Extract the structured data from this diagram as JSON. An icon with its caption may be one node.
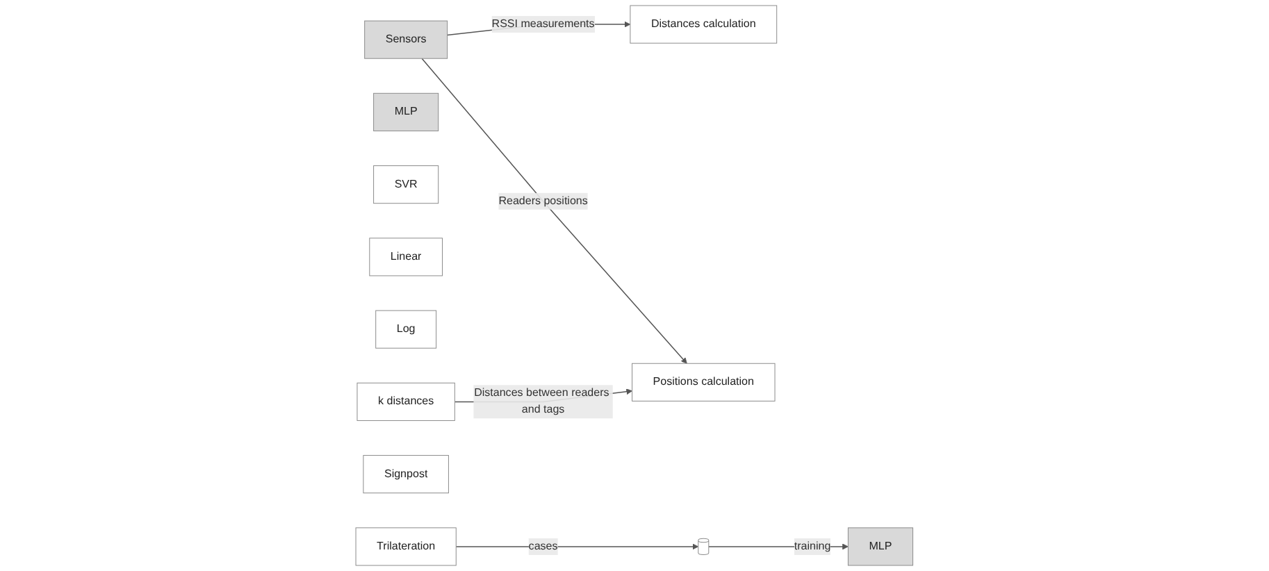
{
  "diagram": {
    "nodes": [
      {
        "text": [
          "Sensors"
        ]
      },
      {
        "text": [
          "Distances calculation"
        ]
      },
      {
        "text": [
          "MLP"
        ]
      },
      {
        "text": [
          "SVR"
        ]
      },
      {
        "text": [
          "Linear"
        ]
      },
      {
        "text": [
          "Log"
        ]
      },
      {
        "text": [
          "k distances"
        ]
      },
      {
        "text": [
          "Positions calculation"
        ]
      },
      {
        "text": [
          "Signpost"
        ]
      },
      {
        "text": [
          "Trilateration"
        ]
      },
      {
        "text": [
          "MLP"
        ]
      },
      {
        "text": [],
        "shape": "cylinder"
      }
    ],
    "edges": [
      {
        "from": 0,
        "to": 7,
        "arrow": "to",
        "label": "Readers positions"
      },
      {
        "from": 0,
        "to": 1,
        "arrow": "to",
        "label": "RSSI measurements"
      },
      {
        "from": 6,
        "to": 7,
        "arrow": "to",
        "label": "Distances between readers and tags"
      },
      {
        "from": 9,
        "to": 11,
        "arrow": "to",
        "label": "cases"
      },
      {
        "from": 11,
        "to": 10,
        "arrow": "to",
        "label": "training"
      }
    ]
  }
}
